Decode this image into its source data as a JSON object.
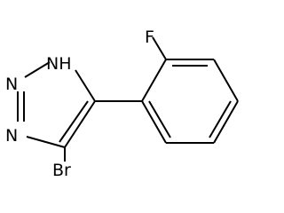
{
  "atoms": {
    "f_label": "F",
    "nh_label": "NH",
    "n_upper_label": "N",
    "n_lower_label": "N",
    "br_label": "Br"
  }
}
